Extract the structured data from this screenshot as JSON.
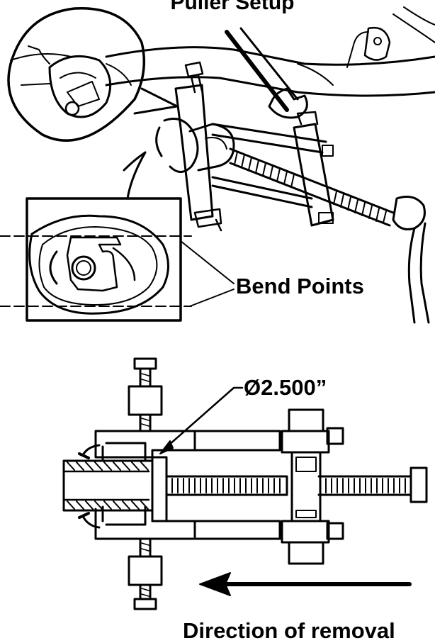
{
  "labels": {
    "top_title": "Puller Setup",
    "bend_points": "Bend Points",
    "diameter": "Ø2.500”",
    "direction": "Direction of removal"
  },
  "colors": {
    "ink": "#000000",
    "paper": "#ffffff"
  }
}
